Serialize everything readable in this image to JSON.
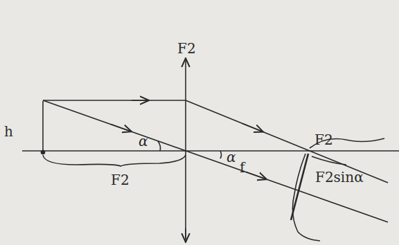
{
  "diagram": {
    "labels": [
      "F2",
      "h",
      "α",
      "F2",
      "α",
      "f",
      "F2",
      "F2sinα"
    ]
  }
}
